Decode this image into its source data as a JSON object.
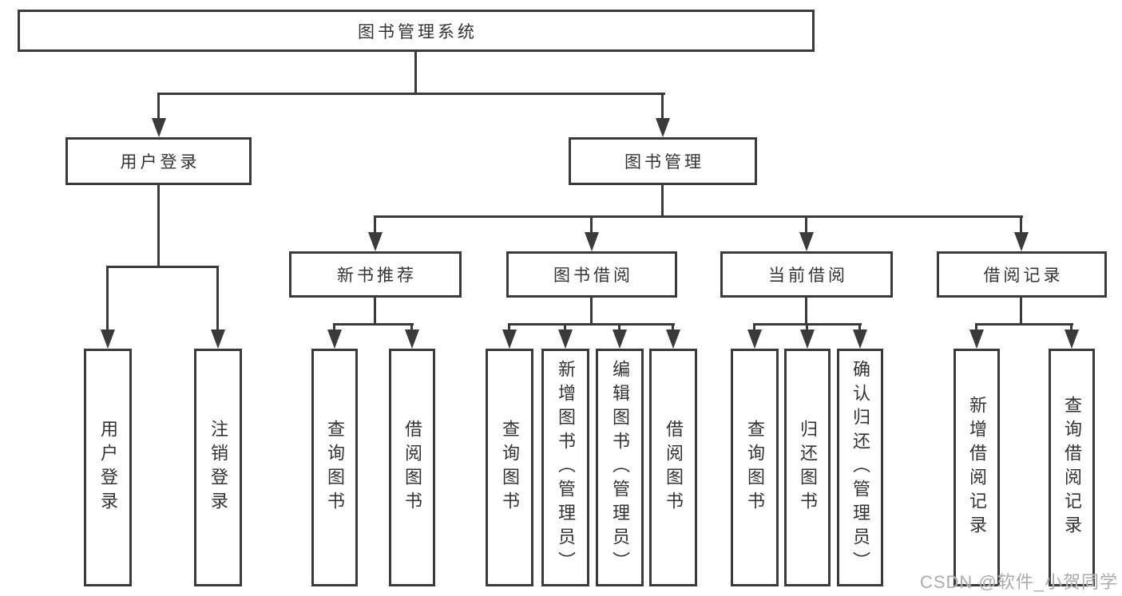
{
  "diagram": {
    "root": {
      "label": "图书管理系统"
    },
    "level2": [
      {
        "label": "用户登录",
        "children": [
          {
            "label": "用户登录"
          },
          {
            "label": "注销登录"
          }
        ]
      },
      {
        "label": "图书管理",
        "children": [
          {
            "label": "新书推荐",
            "children": [
              {
                "label": "查询图书"
              },
              {
                "label": "借阅图书"
              }
            ]
          },
          {
            "label": "图书借阅",
            "children": [
              {
                "label": "查询图书"
              },
              {
                "label": "新增图书（管理员）"
              },
              {
                "label": "编辑图书（管理员）"
              },
              {
                "label": "借阅图书"
              }
            ]
          },
          {
            "label": "当前借阅",
            "children": [
              {
                "label": "查询图书"
              },
              {
                "label": "归还图书"
              },
              {
                "label": "确认归还（管理员）"
              }
            ]
          },
          {
            "label": "借阅记录",
            "children": [
              {
                "label": "新增借阅记录"
              },
              {
                "label": "查询借阅记录"
              }
            ]
          }
        ]
      }
    ]
  },
  "watermark": {
    "text": "CSDN @软件_小贺同学"
  },
  "colors": {
    "line": "#3a3a3a",
    "text": "#333333",
    "watermark": "#ababab"
  }
}
